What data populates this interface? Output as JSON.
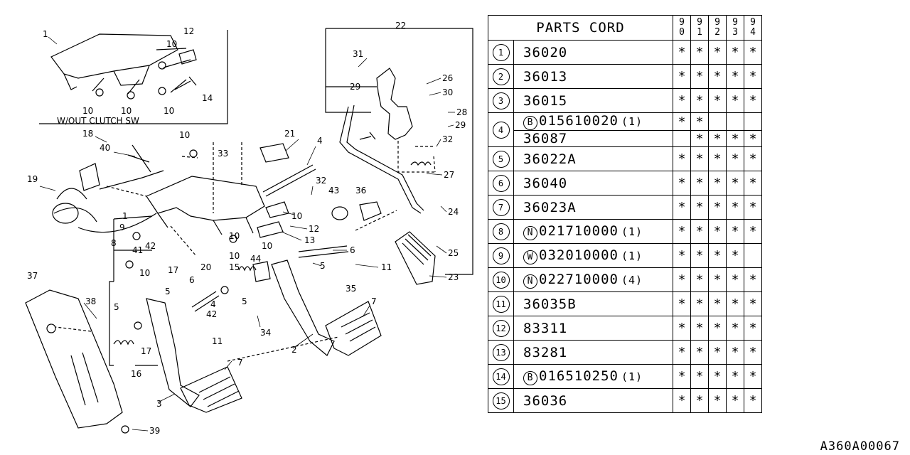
{
  "table": {
    "header": "PARTS CORD",
    "years": [
      [
        "9",
        "0"
      ],
      [
        "9",
        "1"
      ],
      [
        "9",
        "2"
      ],
      [
        "9",
        "3"
      ],
      [
        "9",
        "4"
      ]
    ],
    "rows": [
      {
        "num": "1",
        "prefix": "",
        "part": "36020",
        "qty": "",
        "marks": [
          "*",
          "*",
          "*",
          "*",
          "*"
        ]
      },
      {
        "num": "2",
        "prefix": "",
        "part": "36013",
        "qty": "",
        "marks": [
          "*",
          "*",
          "*",
          "*",
          "*"
        ]
      },
      {
        "num": "3",
        "prefix": "",
        "part": "36015",
        "qty": "",
        "marks": [
          "*",
          "*",
          "*",
          "*",
          "*"
        ]
      },
      {
        "num": "4",
        "prefix": "B",
        "part": "015610020",
        "qty": "(1)",
        "marks": [
          "*",
          "*",
          "",
          "",
          ""
        ],
        "sub": {
          "prefix": "",
          "part": "36087",
          "qty": "",
          "marks": [
            "",
            "*",
            "*",
            "*",
            "*"
          ]
        }
      },
      {
        "num": "5",
        "prefix": "",
        "part": "36022A",
        "qty": "",
        "marks": [
          "*",
          "*",
          "*",
          "*",
          "*"
        ]
      },
      {
        "num": "6",
        "prefix": "",
        "part": "36040",
        "qty": "",
        "marks": [
          "*",
          "*",
          "*",
          "*",
          "*"
        ]
      },
      {
        "num": "7",
        "prefix": "",
        "part": "36023A",
        "qty": "",
        "marks": [
          "*",
          "*",
          "*",
          "*",
          "*"
        ]
      },
      {
        "num": "8",
        "prefix": "N",
        "part": "021710000",
        "qty": "(1)",
        "marks": [
          "*",
          "*",
          "*",
          "*",
          "*"
        ]
      },
      {
        "num": "9",
        "prefix": "W",
        "part": "032010000",
        "qty": "(1)",
        "marks": [
          "*",
          "*",
          "*",
          "*",
          ""
        ]
      },
      {
        "num": "10",
        "prefix": "N",
        "part": "022710000",
        "qty": "(4)",
        "marks": [
          "*",
          "*",
          "*",
          "*",
          "*"
        ]
      },
      {
        "num": "11",
        "prefix": "",
        "part": "36035B",
        "qty": "",
        "marks": [
          "*",
          "*",
          "*",
          "*",
          "*"
        ]
      },
      {
        "num": "12",
        "prefix": "",
        "part": "83311",
        "qty": "",
        "marks": [
          "*",
          "*",
          "*",
          "*",
          "*"
        ]
      },
      {
        "num": "13",
        "prefix": "",
        "part": "83281",
        "qty": "",
        "marks": [
          "*",
          "*",
          "*",
          "*",
          "*"
        ]
      },
      {
        "num": "14",
        "prefix": "B",
        "part": "016510250",
        "qty": "(1)",
        "marks": [
          "*",
          "*",
          "*",
          "*",
          "*"
        ]
      },
      {
        "num": "15",
        "prefix": "",
        "part": "36036",
        "qty": "",
        "marks": [
          "*",
          "*",
          "*",
          "*",
          "*"
        ]
      }
    ]
  },
  "diagram": {
    "inset_caption": "W/OUT CLUTCH SW",
    "callouts": {
      "c1": "1",
      "c12": "12",
      "c10a": "10",
      "c14": "14",
      "c10b": "10",
      "c10c": "10",
      "c10d": "10",
      "c22": "22",
      "c31": "31",
      "c26": "26",
      "c29a": "29",
      "c30": "30",
      "c28": "28",
      "c29b": "29",
      "c32a": "32",
      "c27": "27",
      "c24": "24",
      "c25": "25",
      "c23": "23",
      "c18": "18",
      "c10e": "10",
      "c21": "21",
      "c4a": "4",
      "c40": "40",
      "c33": "33",
      "c19": "19",
      "c32b": "32",
      "c43": "43",
      "c36": "36",
      "c1b": "1",
      "c10f": "10",
      "c12b": "12",
      "c9": "9",
      "c8": "8",
      "c41": "41",
      "c42a": "42",
      "c10g": "10",
      "c13": "13",
      "c10h": "10",
      "c6a": "6",
      "c10i": "10",
      "c15": "15",
      "c44": "44",
      "c5a": "5",
      "c11a": "11",
      "c20": "20",
      "c17a": "17",
      "c37": "37",
      "c38": "38",
      "c5b": "5",
      "c6b": "6",
      "c4b": "4",
      "c42b": "42",
      "c5c": "5",
      "c35": "35",
      "c7a": "7",
      "c34": "34",
      "c2": "2",
      "c11b": "11",
      "c17b": "17",
      "c16": "16",
      "c7b": "7",
      "c3": "3",
      "c39": "39",
      "c5d": "5",
      "c10j": "10"
    }
  },
  "catalog_code": "A360A00067"
}
